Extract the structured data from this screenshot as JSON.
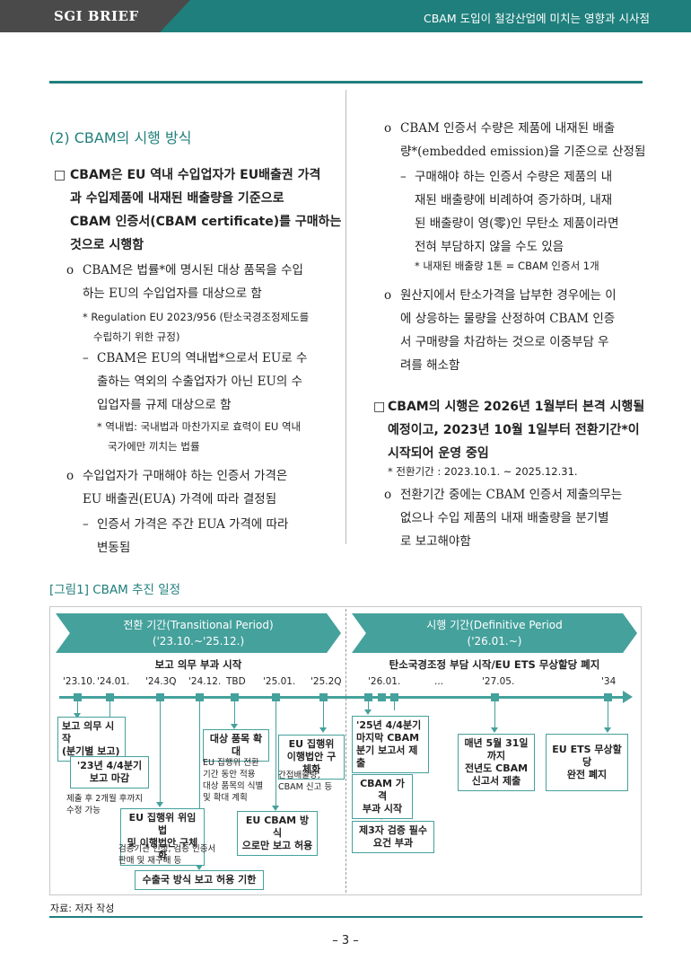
{
  "header": {
    "brand": "SGI BRIEF",
    "title": "CBAM 도입이 철강산업에 미치는 영향과 시사점"
  },
  "left": {
    "section_title": "(2) CBAM의 시행 방식",
    "box_mark": "□",
    "box_lines": [
      "CBAM은 EU 역내 수입업자가 EU배출권 가격",
      "과 수입제품에 내재된 배출량을 기준으로",
      "CBAM 인증서(CBAM certificate)를 구매하는",
      "것으로 시행함"
    ],
    "c1_mark": "o",
    "c1_lines": [
      "CBAM은 법률*에 명시된 대상 품목을 수입",
      "하는 EU의 수입업자를 대상으로 함"
    ],
    "n1_lines": [
      "* Regulation EU 2023/956 (탄소국경조정제도를",
      "수립하기 위한 규정)"
    ],
    "d1_mark": "–",
    "d1_lines": [
      "CBAM은 EU의 역내법*으로서 EU로 수",
      "출하는 역외의 수출업자가 아닌 EU의 수",
      "입업자를 규제 대상으로 함"
    ],
    "n2_lines": [
      "* 역내법: 국내법과 마찬가지로 효력이 EU 역내",
      "국가에만 끼치는 법률"
    ],
    "c2_mark": "o",
    "c2_lines": [
      "수입업자가 구매해야 하는 인증서 가격은",
      "EU 배출권(EUA) 가격에 따라 결정됨"
    ],
    "d2_mark": "–",
    "d2_lines": [
      "인증서 가격은 주간 EUA 가격에 따라",
      "변동됨"
    ]
  },
  "right": {
    "c1_mark": "o",
    "c1_lines": [
      "CBAM 인증서 수량은 제품에 내재된 배출",
      "량*(embedded emission)을 기준으로 산정됨"
    ],
    "d1_mark": "–",
    "d1_lines": [
      "구매해야 하는 인증서 수량은 제품의 내",
      "재된 배출량에 비례하여 증가하며, 내재",
      "된 배출량이 영(零)인 무탄소 제품이라면",
      "전혀 부담하지 않을 수도 있음"
    ],
    "n1": "* 내재된 배출량 1톤 = CBAM 인증서 1개",
    "c2_mark": "o",
    "c2_lines": [
      "원산지에서 탄소가격을 납부한 경우에는 이",
      "에 상응하는 물량을 산정하여 CBAM 인증",
      "서 구매량을 차감하는 것으로 이중부담 우",
      "려를 해소함"
    ],
    "box_mark": "□",
    "box_lines": [
      "CBAM의 시행은 2026년 1월부터 본격 시행될",
      "예정이고, 2023년 10월 1일부터 전환기간*이",
      "시작되어 운영 중임"
    ],
    "n2": "* 전환기간 : 2023.10.1. ~ 2025.12.31.",
    "c3_mark": "o",
    "c3_lines": [
      "전환기간 중에는 CBAM 인증서 제출의무는",
      "없으나 수입 제품의 내재 배출량을 분기별",
      "로 보고해야함"
    ]
  },
  "figure": {
    "title": "[그림1] CBAM 추진 일정",
    "phase1": {
      "line1": "전환 기간(Transitional Period)",
      "line2": "('23.10.~'25.12.)"
    },
    "phase2": {
      "line1": "시행 기간(Definitive Period",
      "line2": "('26.01.~)"
    },
    "sub1": "보고 의무 부과 시작",
    "sub2": "탄소국경조정 부담 시작/EU ETS 무상할당 폐지",
    "dates": [
      "'23.10.",
      "'24.01.",
      "'24.3Q",
      "'24.12.",
      "TBD",
      "'25.01.",
      "'25.2Q",
      "'26.01.",
      "...",
      "'27.05.",
      "'34"
    ],
    "boxes": {
      "b1": "보고 의무 시작\n(분기별 보고)",
      "b2": "'23년 4/4분기\n보고 마감",
      "b3": "EU 집행위 위임법\n및 이행법안 구체화",
      "b4": "대상 품목 확대",
      "b5": "EU 집행위\n이행법안 구체화",
      "b6": "EU CBAM 방식\n으로만 보고 허용",
      "b7": "수출국 방식 보고 허용 기한",
      "b8": "'25년 4/4분기\n마지막 CBAM\n분기 보고서 제출",
      "b9": "CBAM 가격\n부과 시작",
      "b10": "제3자 검증 필수\n요건 부과",
      "b11": "매년 5월 31일까지\n전년도 CBAM\n신고서 제출",
      "b12": "EU ETS 무상할당\n완전 폐지"
    },
    "notes": {
      "s1": "제출 후 2개월 후까지\n수정 가능",
      "s2": "검증기관 인정, 검증 인증서\n판매 및 재구매 등",
      "s3": "EU 집행위 전환\n기간 동안 적용\n대상 품목의 식별\n및 확대 계획",
      "s4": "간접배출량,\nCBAM 신고 등"
    },
    "source": "자료: 저자 작성"
  },
  "page_number": "– 3 –"
}
